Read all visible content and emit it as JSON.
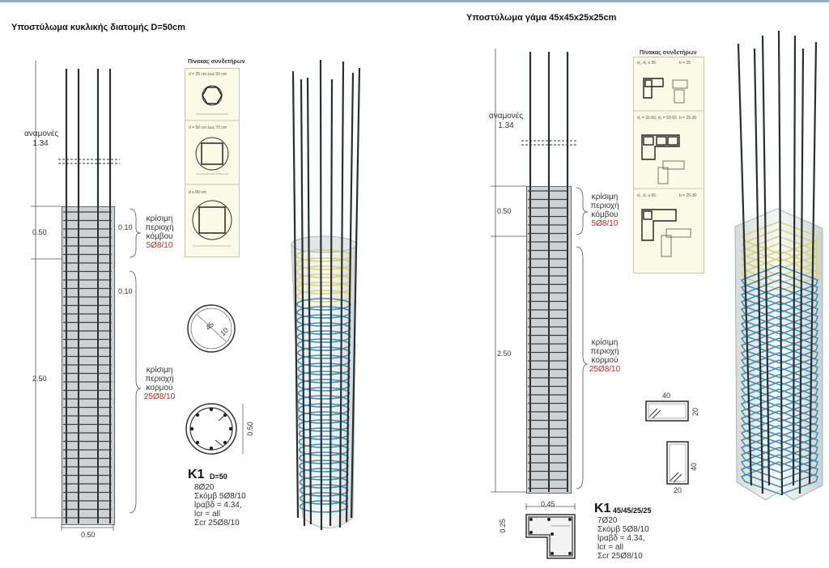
{
  "left": {
    "title": "Υποστύλωμα κυκλικής διατομής D=50cm",
    "anamones_label": "αναμονές",
    "anamones_value": "1.34",
    "dim_node": "0.50",
    "dim_body": "2.50",
    "dim_width": "0.50",
    "spacing_1": "0.10",
    "spacing_2": "0.10",
    "node_region": [
      "κρίσιμη",
      "περιοχή",
      "κόμβου"
    ],
    "node_stirrups": "5Ø8/10",
    "body_region": [
      "κρίσιμη",
      "περιοχή",
      "κορμού"
    ],
    "body_stirrups": "25Ø8/10",
    "table": {
      "title": "Πίνακας συνδετήρων",
      "rows": [
        "d = 25 cm έως 50 cm",
        "d = 50 cm έως 70 cm",
        "d ≥ 80 cm"
      ],
      "d_label": "d"
    },
    "circle_dims": [
      "45",
      "10"
    ],
    "section_dim": "0.50",
    "k1": {
      "code": "K1",
      "desc": "D=50",
      "lines": [
        "8Ø20",
        "Σκόμβ 5Ø8/10",
        "lραβδ = 4.34,",
        "lcr = all",
        "Σcr 25Ø8/10"
      ]
    }
  },
  "right": {
    "title": "Υποστύλωμα γάμα 45x45x25x25cm",
    "anamones_label": "αναμονές",
    "anamones_value": "1.34",
    "dim_node": "0.50",
    "dim_body": "2.50",
    "dim_width": "0.45",
    "dim_section": "0.25",
    "node_region": [
      "κρίσιμη",
      "περιοχή",
      "κόμβου"
    ],
    "node_stirrups": "5Ø8/10",
    "body_region": [
      "κρίσιμη",
      "περιοχή",
      "κορμού"
    ],
    "body_stirrups": "25Ø8/10",
    "table": {
      "title": "Πίνακας συνδετήρων",
      "rows": [
        {
          "left": "d₁, d₂ ≤ 35",
          "right": "b = 25"
        },
        {
          "left": "d₁ = 35-50, d₂ = 50-65",
          "right": "b = 25-30"
        },
        {
          "left": "d₁, d₂ ≥ 65",
          "right": "b = 25-30"
        }
      ]
    },
    "stirrup_a": {
      "w": "40",
      "h": "20"
    },
    "stirrup_b": {
      "w": "20",
      "h": "40"
    },
    "k1": {
      "code": "K1",
      "desc": "45/45/25/25",
      "lines": [
        "7Ø20",
        "Σκόμβ 5Ø8/10",
        "lραβδ = 4.34,",
        "lcr = all",
        "Σcr 25Ø8/10"
      ]
    }
  },
  "colors": {
    "concrete": "#cfd2d3",
    "rebar": "#2a2f33",
    "stirrup_blue": "#3f8fb0",
    "stirrup_yellow": "#d8d36a",
    "table_bg": "#fbfae6",
    "label_red": "#b0302a"
  }
}
